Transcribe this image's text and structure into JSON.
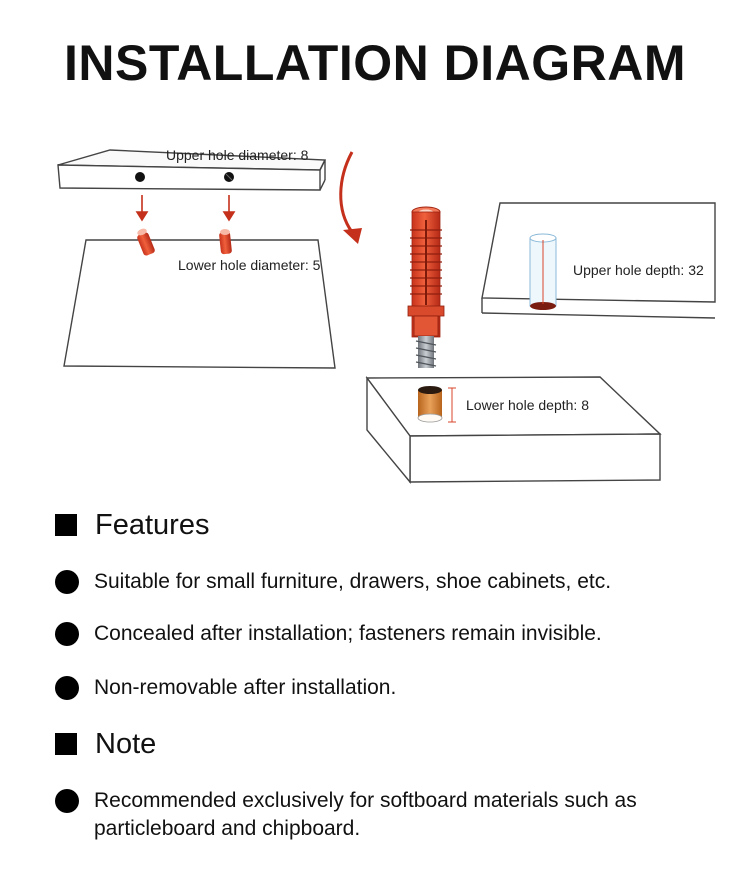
{
  "title": "INSTALLATION DIAGRAM",
  "diagram": {
    "upper_hole_diameter": "Upper hole diameter: 8",
    "lower_hole_diameter": "Lower hole diameter: 5",
    "upper_hole_depth": "Upper hole depth: 32",
    "lower_hole_depth": "Lower hole depth: 8"
  },
  "colors": {
    "accent_red": "#d9452a",
    "dark_red": "#b3261e",
    "steel": "#9aa0a6"
  },
  "features": {
    "heading": "Features",
    "items": [
      "Suitable for small furniture, drawers, shoe cabinets, etc.",
      "Concealed after installation; fasteners remain invisible.",
      "Non-removable after installation."
    ]
  },
  "note": {
    "heading": "Note",
    "items": [
      "Recommended exclusively for softboard materials such as particleboard and chipboard."
    ]
  }
}
